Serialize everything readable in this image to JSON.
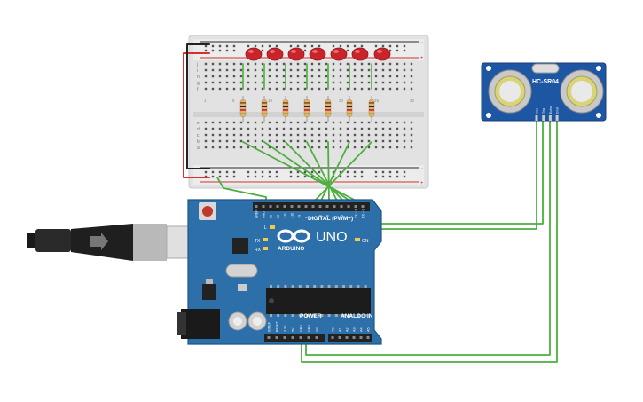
{
  "arduino": {
    "brand": "ARDUINO",
    "model": "UNO",
    "digital_label": "DIGITAL (PWM~)",
    "power_label": "POWER",
    "analog_label": "ANALOG IN",
    "on_label": "ON",
    "tx_label": "TX",
    "rx_label": "RX",
    "l_label": "L",
    "top_pins": [
      "AREF",
      "GND",
      "13",
      "12",
      "~11",
      "~10",
      "~9",
      "8",
      "7",
      "~6",
      "~5",
      "4",
      "~3",
      "2",
      "TX→1",
      "RX←0"
    ],
    "power_pins": [
      "IOREF",
      "RESET",
      "3.3V",
      "5V",
      "GND",
      "GND",
      "Vin"
    ],
    "analog_pins": [
      "A0",
      "A1",
      "A2",
      "A3",
      "A4",
      "A5"
    ]
  },
  "sensor": {
    "model": "HC-SR04",
    "pins": [
      "Vcc",
      "Trig",
      "Echo",
      "Gnd"
    ]
  },
  "breadboard": {
    "leds": 7,
    "rows": [
      "a",
      "b",
      "c",
      "d",
      "e",
      "f",
      "g",
      "h",
      "i",
      "j"
    ],
    "columns": [
      "1",
      "5",
      "10",
      "15",
      "20",
      "25",
      "30"
    ]
  },
  "colors": {
    "wire_green": "#4caf3e",
    "wire_red": "#d83030",
    "wire_black": "#222222",
    "board_blue": "#2d6fa8",
    "led_red": "#c8242a",
    "sensor_blue": "#1d57a3"
  }
}
